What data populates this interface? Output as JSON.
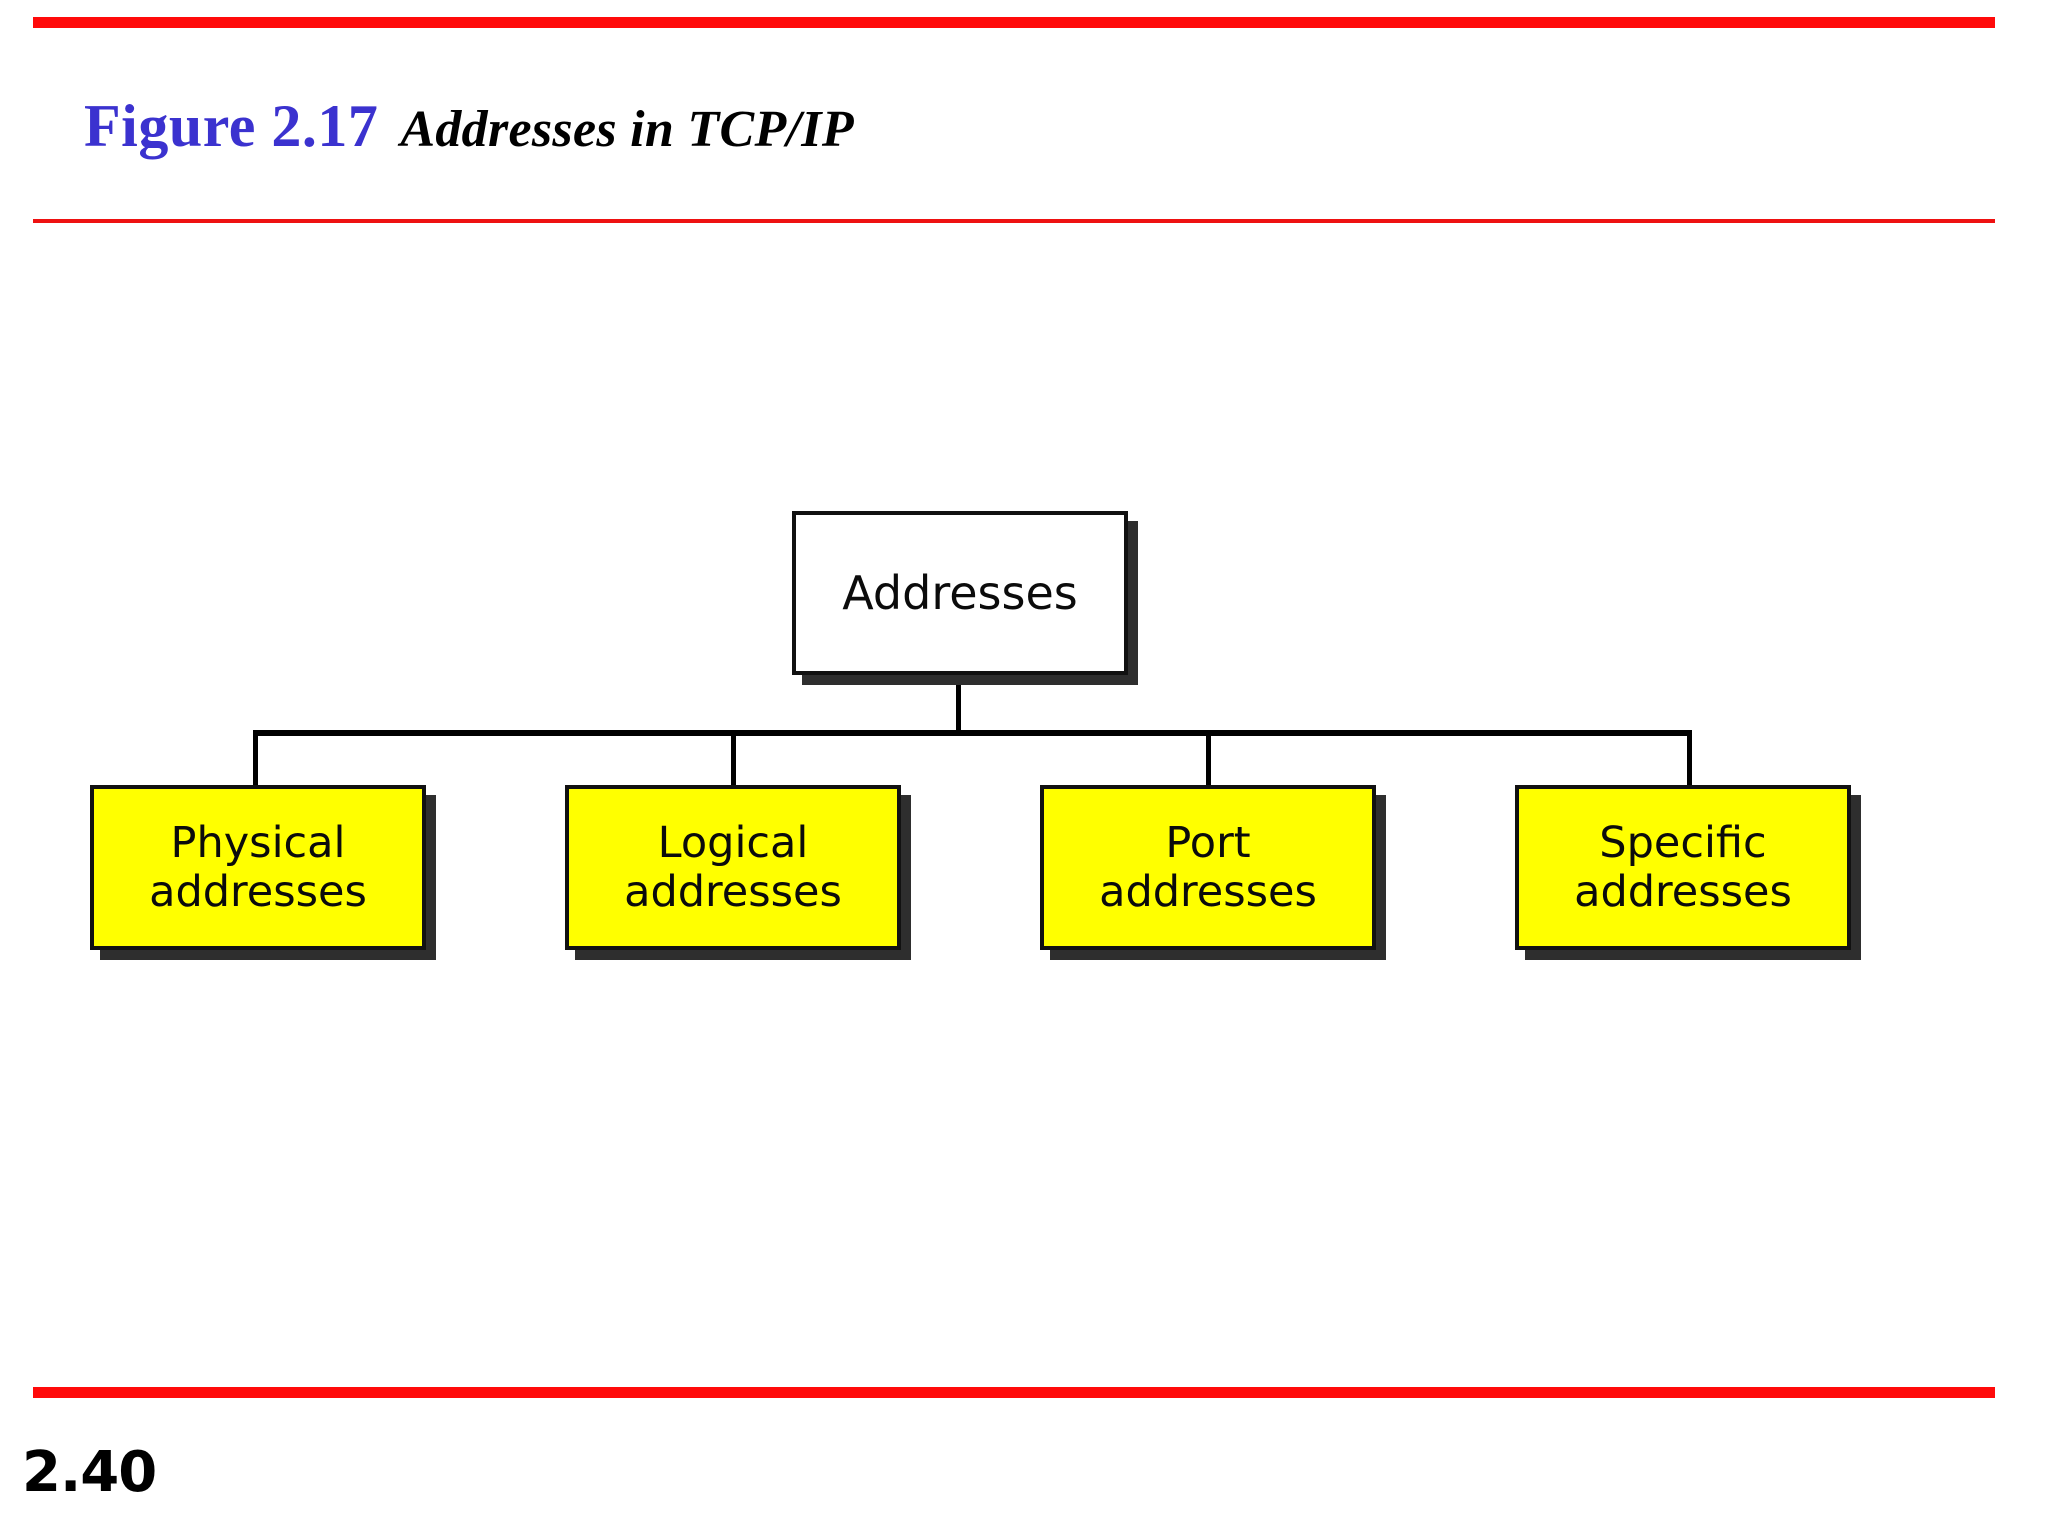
{
  "slide": {
    "page_number": "2.40",
    "accent_color": "#FF0A0A",
    "title_label_color": "#3B32CF"
  },
  "header": {
    "figure_label": "Figure 2.17",
    "figure_caption": "Addresses in TCP/IP"
  },
  "diagram": {
    "type": "tree",
    "root": {
      "label": "Addresses",
      "fill": "#FFFFFF",
      "border": "#111111"
    },
    "children": [
      {
        "line1": "Physical",
        "line2": "addresses",
        "fill": "#FFFF00"
      },
      {
        "line1": "Logical",
        "line2": "addresses",
        "fill": "#FFFF00"
      },
      {
        "line1": "Port",
        "line2": "addresses",
        "fill": "#FFFF00"
      },
      {
        "line1": "Specific",
        "line2": "addresses",
        "fill": "#FFFF00"
      }
    ]
  }
}
